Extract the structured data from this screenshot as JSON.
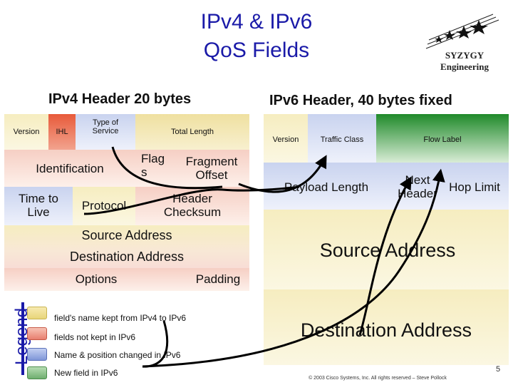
{
  "title": {
    "line1": "IPv4 & IPv6",
    "line2": "QoS Fields"
  },
  "logo": {
    "text": "SYZYGY Engineering"
  },
  "ipv4": {
    "heading": "IPv4 Header 20 bytes",
    "fields": {
      "version": "Version",
      "ihl": "IHL",
      "tos": "Type of Service",
      "total_length": "Total Length",
      "identification": "Identification",
      "flags": "Flag s",
      "fragment_offset": "Fragment Offset",
      "ttl": "Time to Live",
      "protocol": "Protocol",
      "checksum": "Header Checksum",
      "source": "Source Address",
      "destination": "Destination Address",
      "options": "Options",
      "padding": "Padding"
    }
  },
  "ipv6": {
    "heading": "IPv6 Header, 40 bytes fixed",
    "fields": {
      "version": "Version",
      "traffic_class": "Traffic Class",
      "flow_label": "Flow Label",
      "payload_length": "Payload Length",
      "next_header": "Next Header",
      "hop_limit": "Hop Limit",
      "source": "Source Address",
      "destination": "Destination Address"
    }
  },
  "legend": {
    "label": "Legend",
    "items": [
      {
        "text": "field's name kept from IPv4 to IPv6",
        "color": "#e8d57a"
      },
      {
        "text": "fields not kept in IPv6",
        "color": "#e87f6f"
      },
      {
        "text": "Name & position changed in IPv6",
        "color": "#7f96d8"
      },
      {
        "text": "New field in IPv6",
        "color": "#6fae6f"
      }
    ]
  },
  "footer": {
    "copyright": "© 2003 Cisco Systems, Inc. All rights reserved – Steve Pollock",
    "page": "5"
  },
  "colors": {
    "title": "#1a1aa8",
    "kept": "#e8d57a",
    "removed": "#e87f6f",
    "changed": "#7f96d8",
    "new": "#6fae6f"
  }
}
